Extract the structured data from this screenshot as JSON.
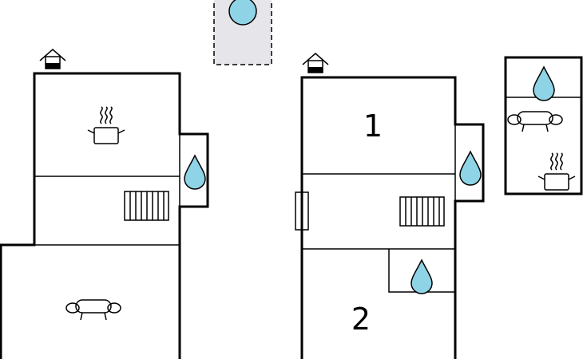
{
  "floors": [
    {
      "id": "ground",
      "rooms": [
        {
          "type": "kitchen",
          "icon": "pot-icon"
        },
        {
          "type": "staircase",
          "icon": "stairs-icon"
        },
        {
          "type": "living",
          "icon": "sofa-icon"
        },
        {
          "type": "bathroom",
          "icon": "water-drop-icon"
        }
      ]
    },
    {
      "id": "first",
      "rooms": [
        {
          "label": "1"
        },
        {
          "label": "2"
        },
        {
          "type": "staircase",
          "icon": "stairs-icon"
        },
        {
          "type": "bathroom",
          "icon": "water-drop-icon"
        }
      ]
    }
  ],
  "labels": {
    "room_1": "1",
    "room_2": "2"
  },
  "annex": {
    "items": [
      "water-drop-icon",
      "sofa-icon",
      "pot-icon"
    ]
  },
  "pool": {
    "icon": "pool-icon"
  },
  "colors": {
    "water": "#8fd3e6",
    "pool_area": "#e6e6ea"
  }
}
